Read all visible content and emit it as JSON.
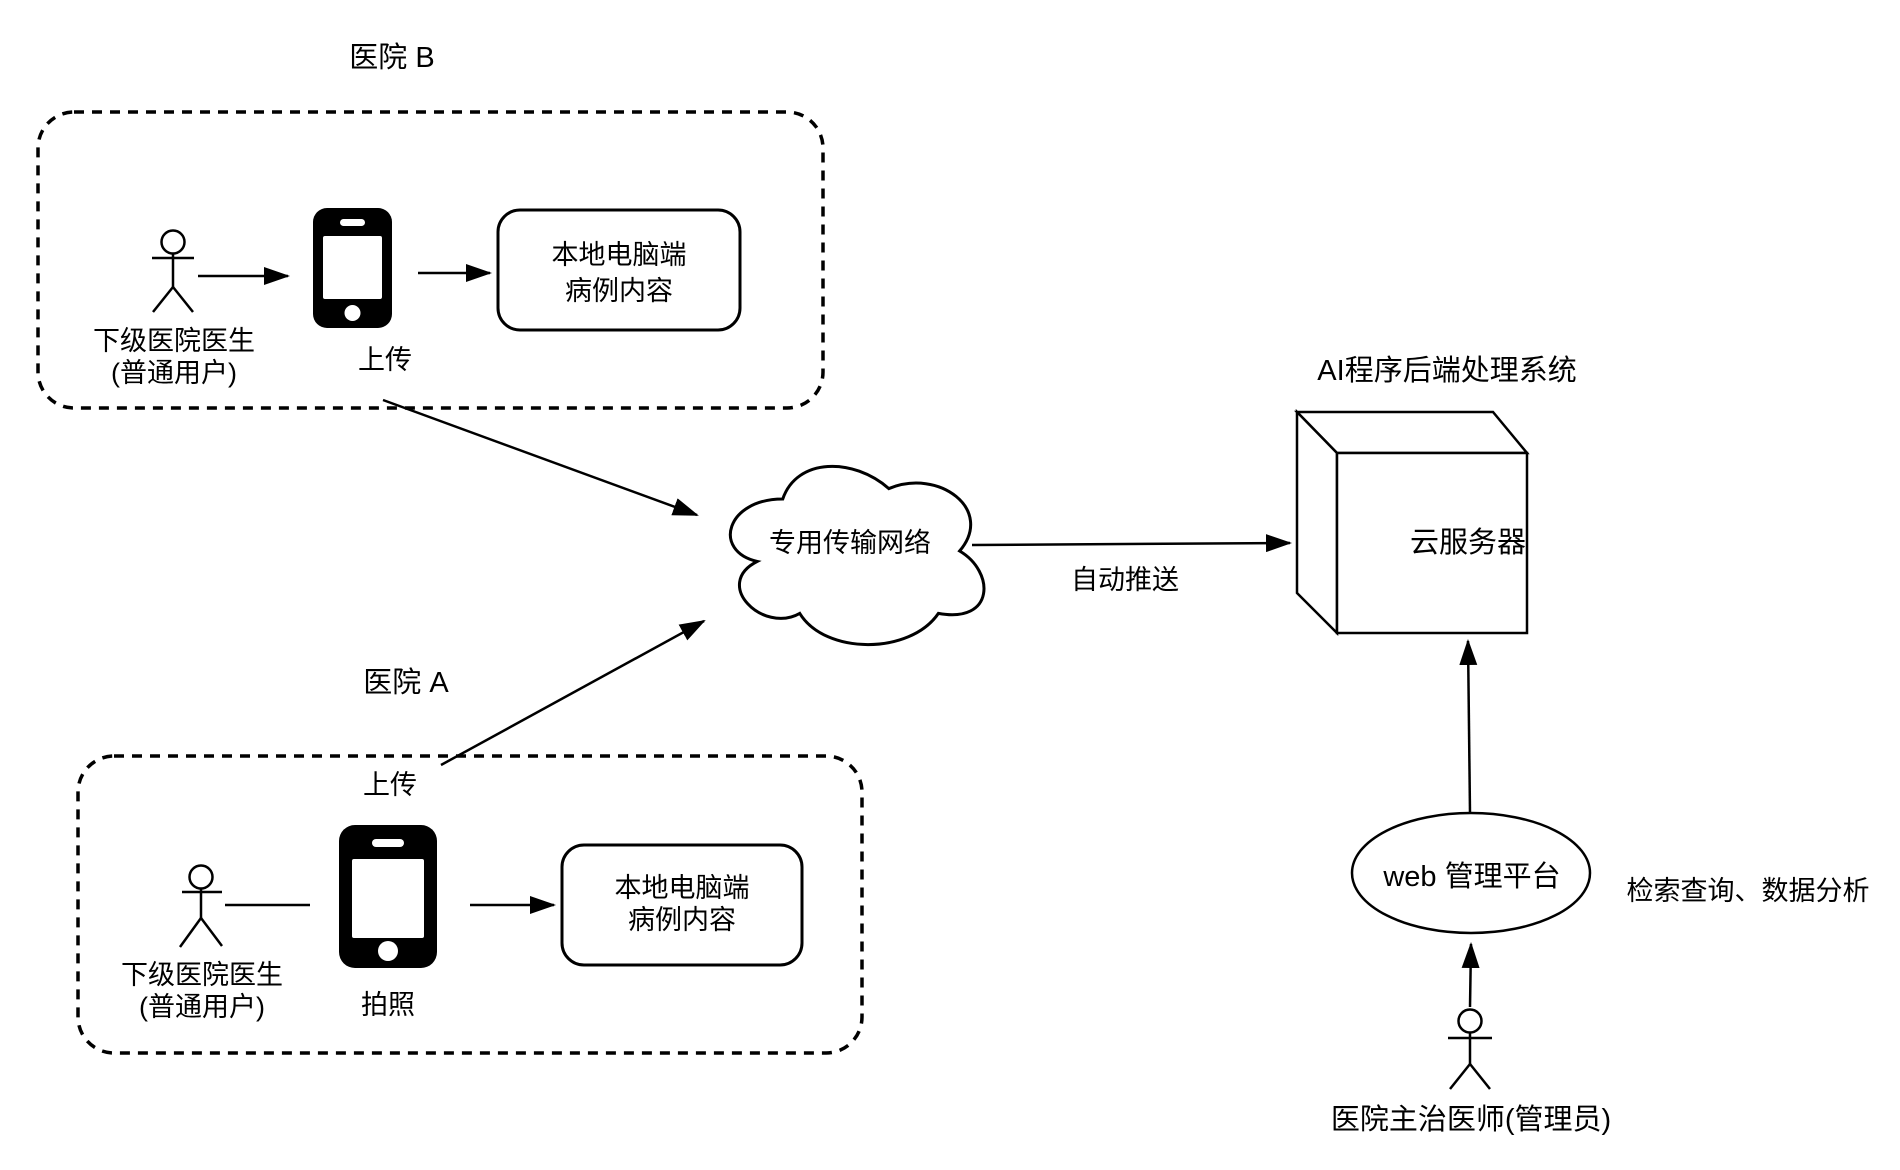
{
  "colors": {
    "stroke": "#000000",
    "background": "#ffffff",
    "cube_face": "#f5f5f5"
  },
  "hospital_b": {
    "title": "医院 B",
    "actor_label_line1": "下级医院医生",
    "actor_label_line2": "(普通用户)",
    "phone_action_label": "上传",
    "pc_box_line1": "本地电脑端",
    "pc_box_line2": "病例内容"
  },
  "hospital_a": {
    "title": "医院 A",
    "upload_label": "上传",
    "actor_label_line1": "下级医院医生",
    "actor_label_line2": "(普通用户)",
    "phone_action_label": "拍照",
    "pc_box_line1": "本地电脑端",
    "pc_box_line2": "病例内容"
  },
  "network": {
    "cloud_label": "专用传输网络",
    "push_label": "自动推送"
  },
  "backend": {
    "title": "AI程序后端处理系统",
    "cube_label": "云服务器"
  },
  "admin": {
    "platform_label": "web 管理平台",
    "query_label": "检索查询、数据分析",
    "actor_label": "医院主治医师(管理员)"
  }
}
